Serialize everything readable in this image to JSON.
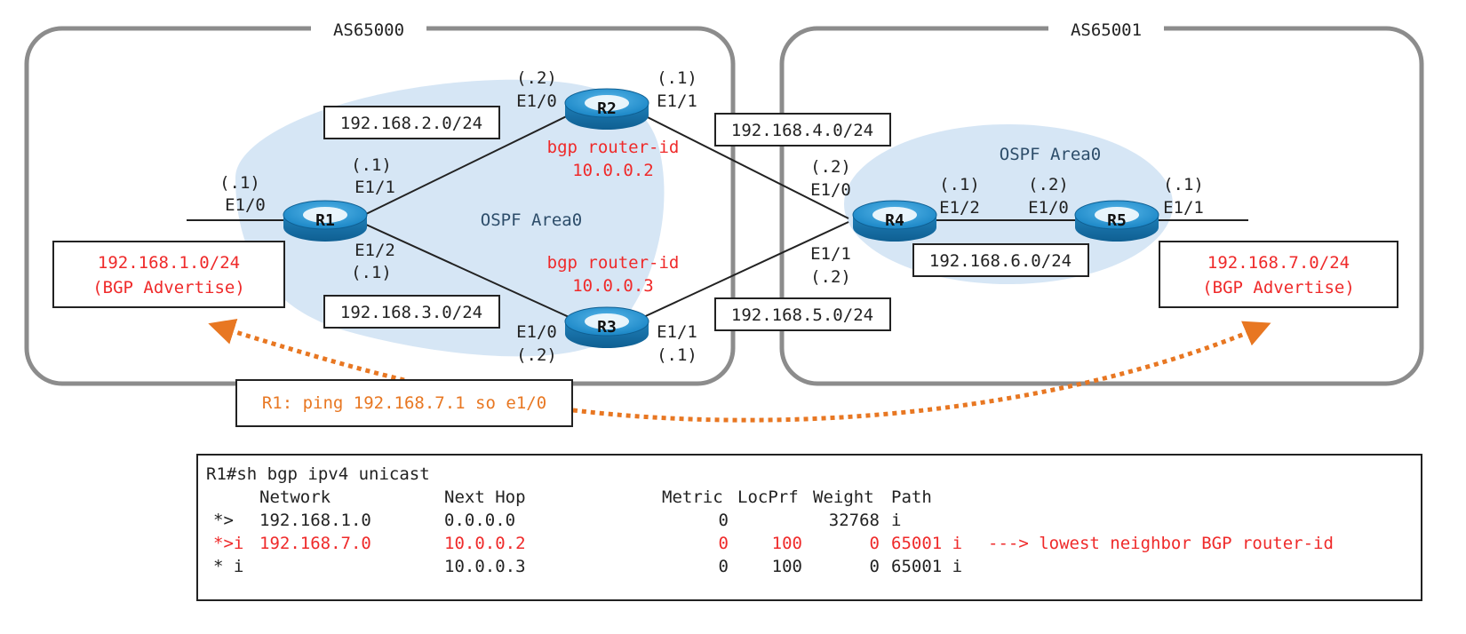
{
  "as_zones": [
    {
      "name": "AS65000"
    },
    {
      "name": "AS65001"
    }
  ],
  "areas": [
    {
      "label": "OSPF Area0"
    },
    {
      "label": "OSPF Area0"
    }
  ],
  "routers": [
    {
      "name": "R1"
    },
    {
      "name": "R2"
    },
    {
      "name": "R3"
    },
    {
      "name": "R4"
    },
    {
      "name": "R5"
    }
  ],
  "subnets": [
    "192.168.2.0/24",
    "192.168.3.0/24",
    "192.168.4.0/24",
    "192.168.5.0/24",
    "192.168.6.0/24"
  ],
  "advertised": [
    {
      "network": "192.168.1.0/24",
      "note": "(BGP Advertise)"
    },
    {
      "network": "192.168.7.0/24",
      "note": "(BGP Advertise)"
    }
  ],
  "router_ids": {
    "r2": {
      "line1": "bgp router-id",
      "line2": "10.0.0.2"
    },
    "r3": {
      "line1": "bgp router-id",
      "line2": "10.0.0.3"
    }
  },
  "interfaces": {
    "r1_e10_ip": "(.1)",
    "r1_e10": "E1/0",
    "r1_e11_ip": "(.1)",
    "r1_e11": "E1/1",
    "r1_e12": "E1/2",
    "r1_e12_ip": "(.1)",
    "r2_e10_ip": "(.2)",
    "r2_e10": "E1/0",
    "r2_e11_ip": "(.1)",
    "r2_e11": "E1/1",
    "r3_e10": "E1/0",
    "r3_e10_ip": "(.2)",
    "r3_e11": "E1/1",
    "r3_e11_ip": "(.1)",
    "r4_e10_ip": "(.2)",
    "r4_e10": "E1/0",
    "r4_e11": "E1/1",
    "r4_e11_ip": "(.2)",
    "r4_e12_ip": "(.1)",
    "r4_e12": "E1/2",
    "r5_e10_ip": "(.2)",
    "r5_e10": "E1/0",
    "r5_e11_ip": "(.1)",
    "r5_e11": "E1/1"
  },
  "ping_command": "R1: ping 192.168.7.1 so e1/0",
  "cli": {
    "prompt": "R1#sh bgp ipv4 unicast",
    "headers": {
      "network": "Network",
      "next_hop": "Next Hop",
      "metric": "Metric",
      "locprf": "LocPrf",
      "weight": "Weight",
      "path": "Path"
    },
    "rows": [
      {
        "status": "*>",
        "network": "192.168.1.0",
        "next_hop": "0.0.0.0",
        "metric": "0",
        "locprf": "",
        "weight": "32768",
        "path": "i",
        "note": ""
      },
      {
        "status": "*>i",
        "network": "192.168.7.0",
        "next_hop": "10.0.0.2",
        "metric": "0",
        "locprf": "100",
        "weight": "0",
        "path": "65001 i",
        "note": "---> lowest neighbor BGP router-id"
      },
      {
        "status": "* i",
        "network": "",
        "next_hop": "10.0.0.3",
        "metric": "0",
        "locprf": "100",
        "weight": "0",
        "path": "65001 i",
        "note": ""
      }
    ]
  },
  "colors": {
    "zone_border": "#8c8c8c",
    "area_fill": "#d6e6f5",
    "router_blue": "#1e88c8",
    "highlight_red": "#ef2a2a",
    "ping_orange": "#e87722"
  }
}
